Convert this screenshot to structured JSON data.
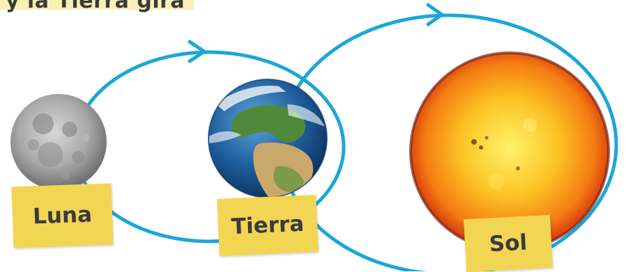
{
  "header": {
    "fragment": "y la Tierra gira"
  },
  "labels": {
    "luna": "Luna",
    "tierra": "Tierra",
    "sol": "Sol"
  },
  "colors": {
    "orbit": "#1aa7d8",
    "label_bg": "#f2d553",
    "header_bg": "#f9f0b6",
    "text": "#3a3a3a"
  }
}
